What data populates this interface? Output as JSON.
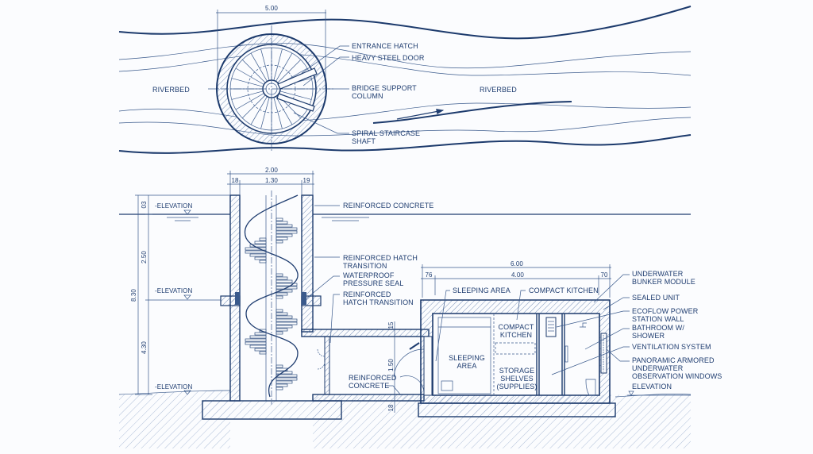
{
  "colors": {
    "ink": "#1f3d70",
    "paper": "#fbfcfe"
  },
  "plan_view": {
    "dimension": "5.00",
    "riverbed_left": "RIVERBED",
    "riverbed_right": "RIVERBED",
    "labels": {
      "entrance_hatch": "ENTRANCE HATCH",
      "heavy_steel_door": "HEAVY STEEL DOOR",
      "bridge_support_1": "BRIDGE SUPPORT",
      "bridge_support_2": "COLUMN",
      "spiral_1": "SPIRAL STAIRCASE",
      "spiral_2": "SHAFT"
    }
  },
  "section_view": {
    "dims": {
      "overall": "2.00",
      "left_wall": "18",
      "inner": "1.30",
      "right_wall": "19",
      "top": "03",
      "upper": "2.50",
      "total": "8.30",
      "lower": "4.30",
      "slab_top": "15",
      "door": "1.50",
      "slab_bottom": "18"
    },
    "elevations": [
      "-ELEVATION",
      "-ELEVATION",
      "-ELEVATION"
    ],
    "labels": {
      "reinforced_concrete": "REINFORCED CONCRETE",
      "hatch_transition_1": "REINFORCED HATCH",
      "hatch_transition_2": "TRANSITION",
      "seal_1": "WATERPROOF",
      "seal_2": "PRESSURE SEAL",
      "hatch_transition_b1": "REINFORCED",
      "hatch_transition_b2": "HATCH TRANSITION",
      "concrete_1": "REINFORCED",
      "concrete_2": "CONCRETE"
    }
  },
  "bunker": {
    "dims": {
      "overall": "6.00",
      "left": "76",
      "inner": "4.00",
      "right": "70"
    },
    "top_labels": {
      "sleeping": "SLEEPING AREA",
      "kitchen": "COMPACT KITCHEN"
    },
    "rooms": {
      "sleeping_1": "SLEEPING",
      "sleeping_2": "AREA",
      "kitchen_1": "COMPACT",
      "kitchen_2": "KITCHEN",
      "storage_1": "STORAGE",
      "storage_2": "SHELVES",
      "storage_3": "(SUPPLIES)"
    },
    "right_labels": {
      "module_1": "UNDERWATER",
      "module_2": "BUNKER MODULE",
      "sealed": "SEALED UNIT",
      "ecoflow_1": "ECOFLOW POWER",
      "ecoflow_2": "STATION WALL",
      "bath_1": "BATHROOM W/",
      "bath_2": "SHOWER",
      "vent": "VENTILATION SYSTEM",
      "windows_1": "PANORAMIC ARMORED",
      "windows_2": "UNDERWATER",
      "windows_3": "OBSERVATION WINDOWS",
      "elevation": "ELEVATION"
    }
  }
}
